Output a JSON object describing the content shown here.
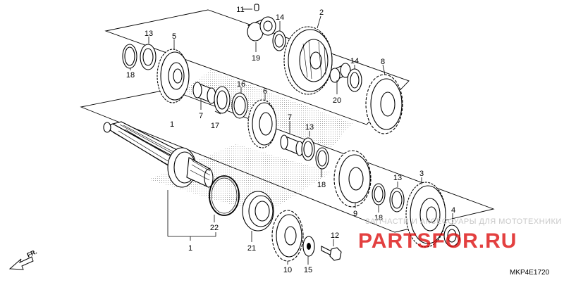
{
  "diagram": {
    "part_labels": [
      {
        "key": "p11",
        "text": "11"
      },
      {
        "key": "p14a",
        "text": "14"
      },
      {
        "key": "p2",
        "text": "2"
      },
      {
        "key": "p13a",
        "text": "13"
      },
      {
        "key": "p5",
        "text": "5"
      },
      {
        "key": "p18a",
        "text": "18"
      },
      {
        "key": "p19",
        "text": "19"
      },
      {
        "key": "p14b",
        "text": "14"
      },
      {
        "key": "p8",
        "text": "8"
      },
      {
        "key": "p16",
        "text": "16"
      },
      {
        "key": "p6",
        "text": "6"
      },
      {
        "key": "p20",
        "text": "20"
      },
      {
        "key": "p7a",
        "text": "7"
      },
      {
        "key": "p17",
        "text": "17"
      },
      {
        "key": "p7b",
        "text": "7"
      },
      {
        "key": "p13b",
        "text": "13"
      },
      {
        "key": "p1",
        "text": "1"
      },
      {
        "key": "p18b",
        "text": "18"
      },
      {
        "key": "p9",
        "text": "9"
      },
      {
        "key": "p13c",
        "text": "13"
      },
      {
        "key": "p3",
        "text": "3"
      },
      {
        "key": "p18c",
        "text": "18"
      },
      {
        "key": "p4",
        "text": "4"
      },
      {
        "key": "p22",
        "text": "22"
      },
      {
        "key": "p12",
        "text": "12"
      },
      {
        "key": "p21",
        "text": "21"
      },
      {
        "key": "p10",
        "text": "10"
      },
      {
        "key": "p15",
        "text": "15"
      },
      {
        "key": "p1b",
        "text": "1"
      }
    ],
    "direction_label": "FR.",
    "diagram_code": "MKP4E1720",
    "watermark_top": "ЗАПЧАСТИ И АКСЕССУАРЫ ДЛЯ МОТОТЕХНИКИ",
    "watermark_logo": "PARTSFOR.RU",
    "watermark_color": "#d90000",
    "line_color": "#000000"
  }
}
